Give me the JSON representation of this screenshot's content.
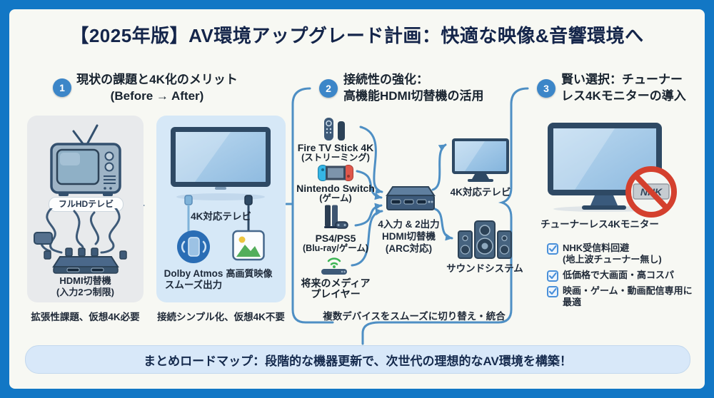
{
  "title": "【2025年版】AV環境アップグレード計画：快適な映像&音響環境へ",
  "sections": [
    {
      "num": "1",
      "lines": [
        "現状の課題と4K化のメリット",
        "(Before → After)"
      ]
    },
    {
      "num": "2",
      "lines": [
        "接続性の強化：",
        "高機能HDMI切替機の活用"
      ]
    },
    {
      "num": "3",
      "lines": [
        "賢い選択：チューナー",
        "レス4Kモニターの導入"
      ]
    }
  ],
  "before_panel": {
    "tv_label": "フルHDテレビ",
    "switcher_lines": [
      "HDMI切替機",
      "(入力2つ制限)"
    ],
    "caption": "拡張性課題、仮想4K必要"
  },
  "after_panel": {
    "tv_label": "4K対応テレビ",
    "audio_lines": [
      "Dolby Atmos",
      "スムーズ出力"
    ],
    "video_label": "高画質映像",
    "caption": "接続シンプル化、仮想4K不要"
  },
  "hub_section": {
    "devices": [
      {
        "lines": [
          "Fire TV Stick 4K",
          "(ストリーミング)"
        ]
      },
      {
        "lines": [
          "Nintendo Switch",
          "(ゲーム)"
        ]
      },
      {
        "lines": [
          "PS4/PS5",
          "(Blu-ray/ゲーム)"
        ]
      },
      {
        "lines": [
          "将来のメディア",
          "プレイヤー"
        ]
      }
    ],
    "switcher_lines": [
      "4入力 & 2出力",
      "HDMI切替機",
      "(ARC対応)"
    ],
    "tv_label": "4K対応テレビ",
    "speaker_label": "サウンドシステム",
    "caption": "複数デバイスをスムーズに切り替え・統合"
  },
  "monitor_section": {
    "monitor_label": "チューナーレス4Kモニター",
    "nhk_label": "NHK",
    "benefits": [
      {
        "lines": [
          "NHK受信料回避",
          "(地上波チューナー無し)"
        ]
      },
      {
        "lines": [
          "低価格で大画面・高コスパ"
        ]
      },
      {
        "lines": [
          "映画・ゲーム・動画配信専用に",
          "最適"
        ]
      }
    ]
  },
  "summary": "まとめロードマップ：段階的な機器更新で、次世代の理想的なAV環境を構築！",
  "icons": {
    "badge_1": "circle-number-1",
    "badge_2": "circle-number-2",
    "badge_3": "circle-number-3",
    "crt_tv": "crt-tv-icon",
    "flat_tv": "flat-tv-icon",
    "dolby": "phone-soundwave-icon",
    "picture": "picture-icon",
    "fire_tv": "streaming-stick-icon",
    "switch": "game-console-icon",
    "ps": "playstation-icon",
    "media": "wifi-media-player-icon",
    "hdmi_switcher": "hdmi-switcher-icon",
    "speakers": "speaker-system-icon",
    "monitor": "monitor-icon",
    "nhk_ban": "prohibition-sign-icon",
    "check": "checkbox-checked-icon"
  },
  "colors": {
    "frame": "#1277c5",
    "accent": "#3c86c8",
    "connector": "#4e8fc4",
    "navy": "#2e4964",
    "panel_before": "#e8eaec",
    "panel_after": "#d6e8f7",
    "summary_bg": "#d8e8f9",
    "alert_red": "#d4402e",
    "check_blue": "#4a90d9",
    "wifi_green": "#3cb554"
  }
}
